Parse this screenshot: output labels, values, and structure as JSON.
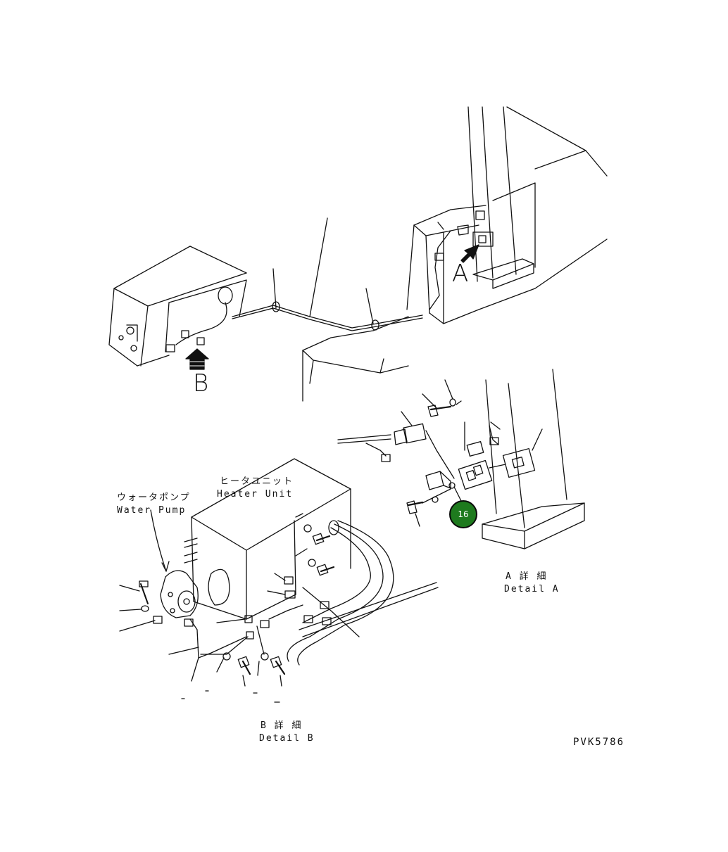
{
  "diagram": {
    "view_labels": {
      "a": "A",
      "b": "B"
    },
    "water_pump": {
      "jp": "ウォータポンプ",
      "en": "Water Pump"
    },
    "heater_unit": {
      "jp": "ヒータユニット",
      "en": "Heater Unit"
    },
    "detail_a": {
      "jp": "A 詳 細",
      "en": "Detail A"
    },
    "detail_b": {
      "jp": "B 詳 細",
      "en": "Detail B"
    },
    "part_callout": "16",
    "drawing_code": "PVK5786",
    "line_color": "#111111",
    "callout_color": "#1e7a1e"
  }
}
